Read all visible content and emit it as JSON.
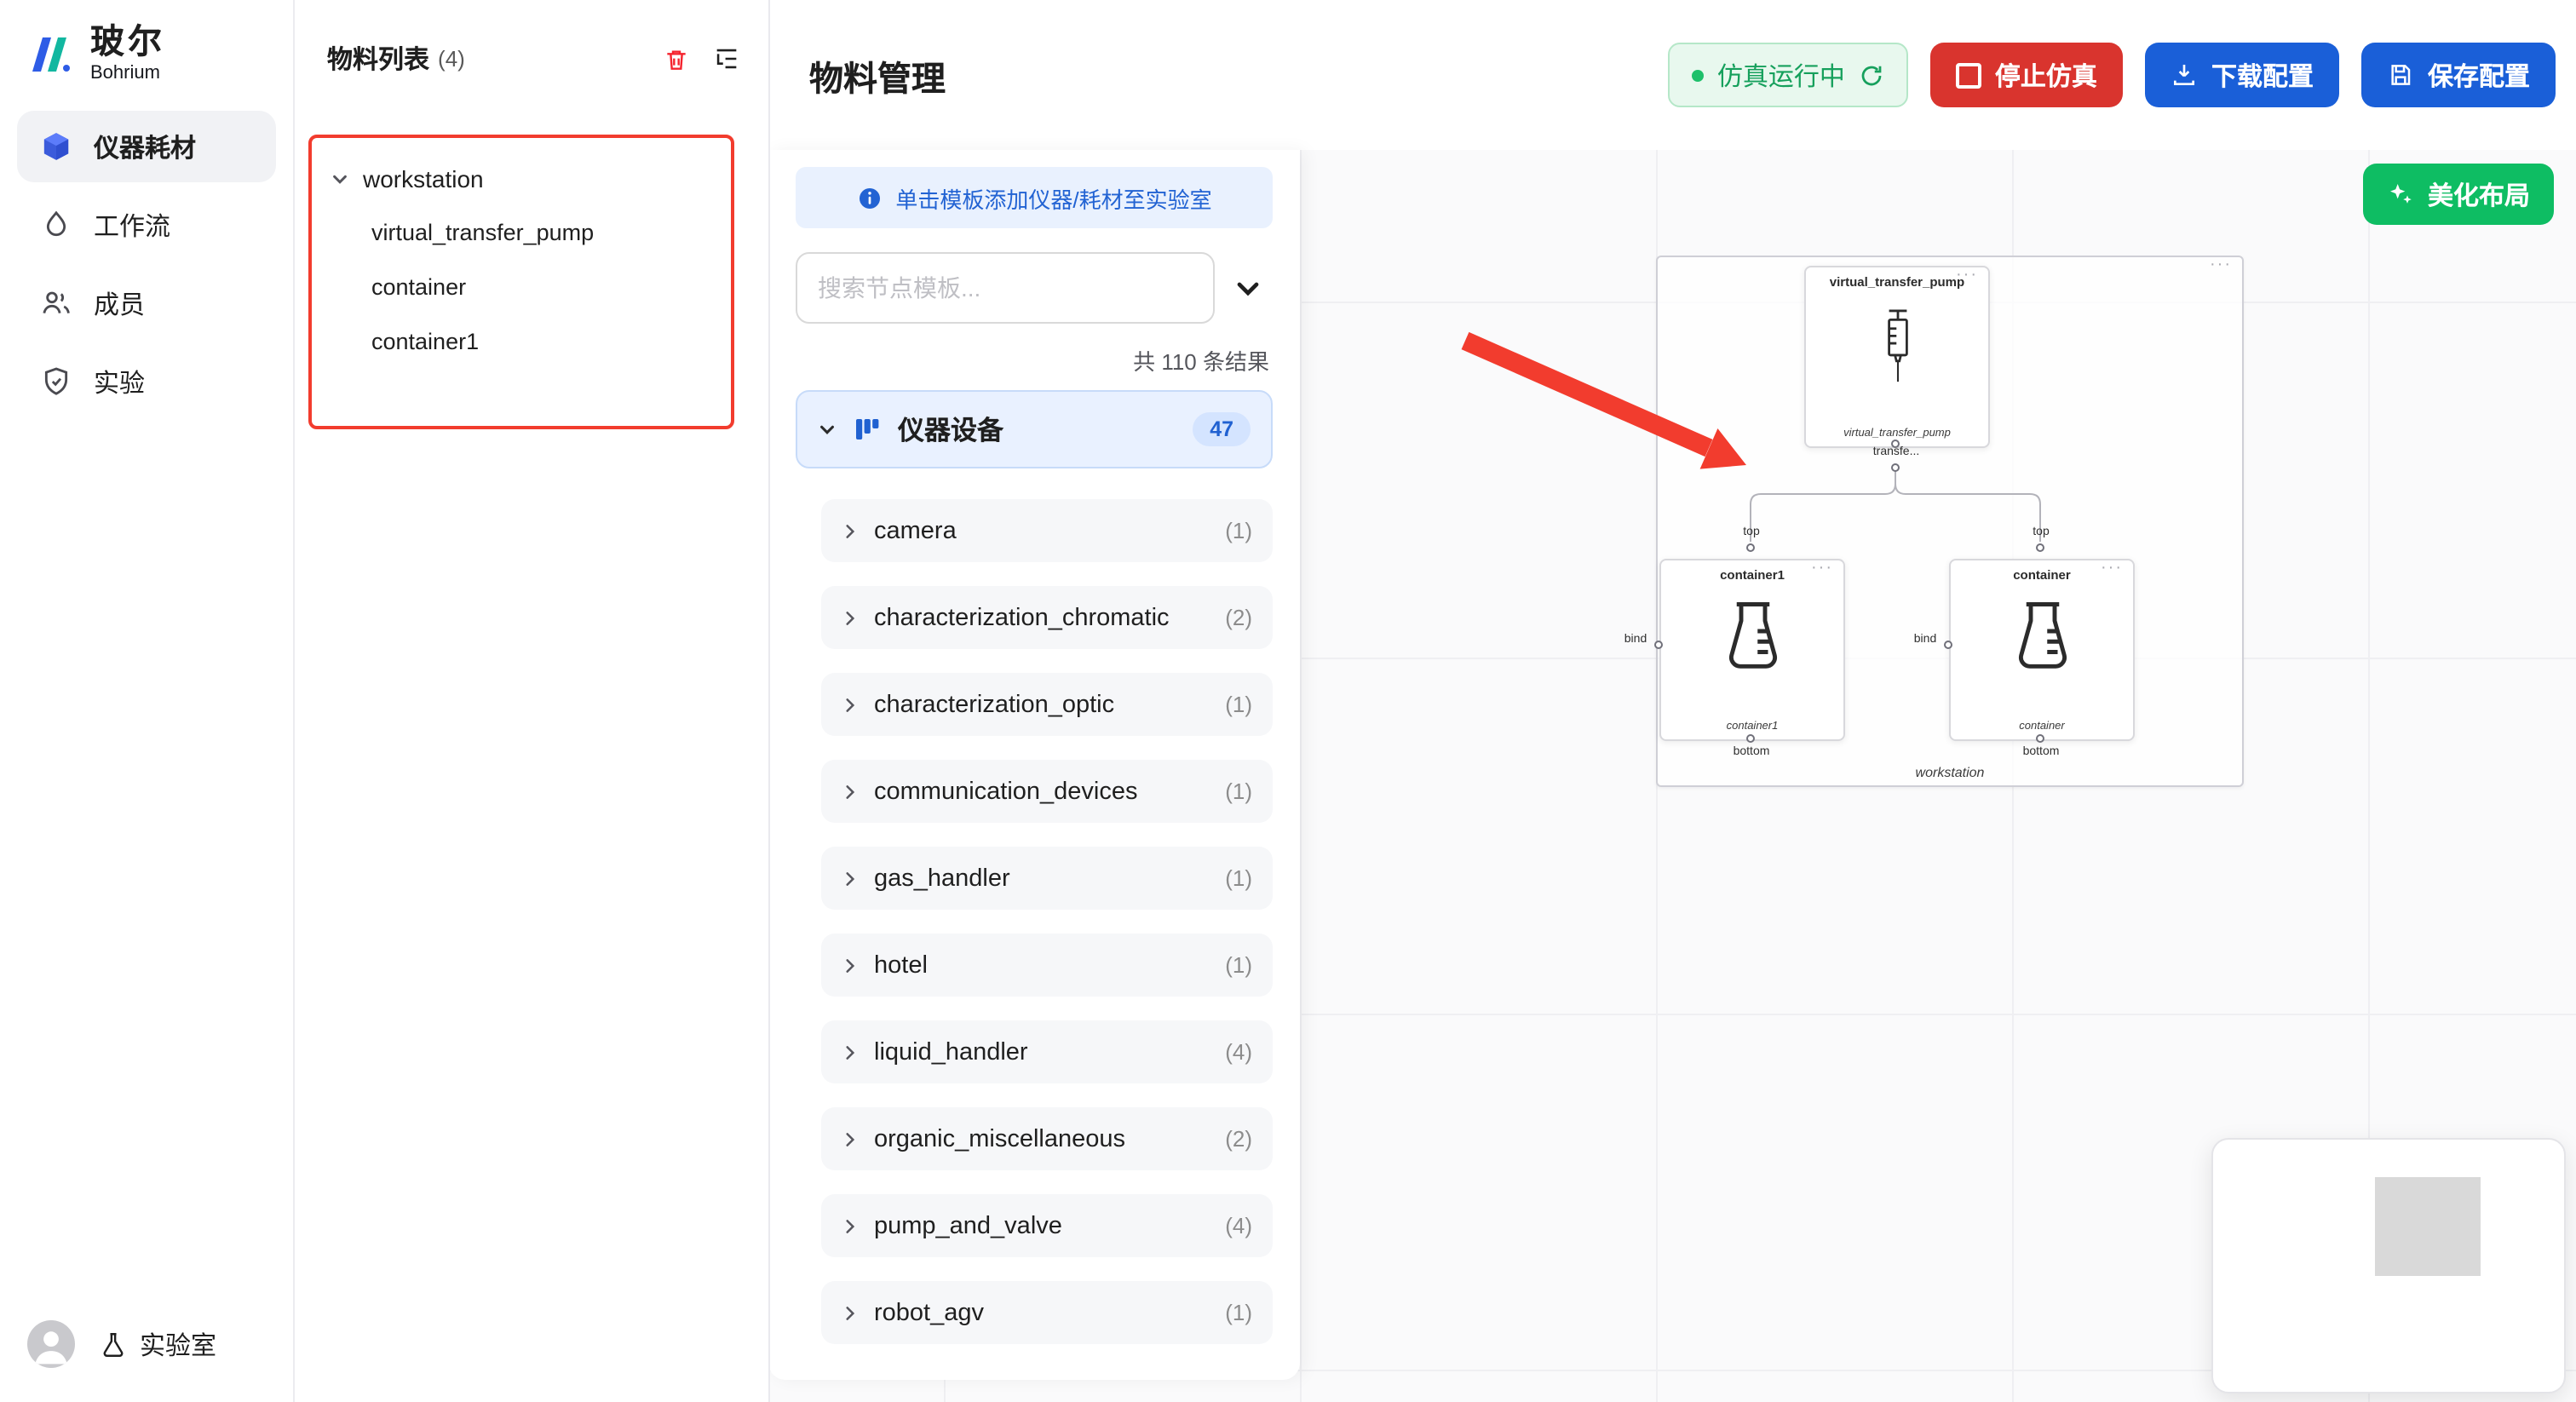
{
  "brand": {
    "cn": "玻尔",
    "en": "Bohrium"
  },
  "colors": {
    "brand_blue": "#3b5bdb",
    "primary_blue": "#1a5fd8",
    "danger_red": "#d9342e",
    "success_green": "#0ebd63",
    "status_green_bg": "#e8f8ee",
    "status_green_text": "#16a05c",
    "annotation_red": "#f23c2e",
    "banner_blue_bg": "#e9f1fe",
    "banner_blue_text": "#2263d3",
    "category_bg": "#e9f1ff",
    "badge_bg": "#d4e4ff",
    "badge_text": "#2061d1"
  },
  "sidebar": {
    "items": [
      {
        "label": "仪器耗材"
      },
      {
        "label": "工作流"
      },
      {
        "label": "成员"
      },
      {
        "label": "实验"
      }
    ],
    "lab": "实验室"
  },
  "materials": {
    "title": "物料列表",
    "count": "(4)",
    "root": "workstation",
    "children": [
      "virtual_transfer_pump",
      "container",
      "container1"
    ]
  },
  "header": {
    "title": "物料管理",
    "running": "仿真运行中",
    "stop": "停止仿真",
    "download": "下载配置",
    "save": "保存配置"
  },
  "templates": {
    "banner": "单击模板添加仪器/耗材至实验室",
    "search_placeholder": "搜索节点模板...",
    "results": "共 110 条结果",
    "category": "仪器设备",
    "category_count": "47",
    "items": [
      {
        "name": "camera",
        "count": "(1)"
      },
      {
        "name": "characterization_chromatic",
        "count": "(2)"
      },
      {
        "name": "characterization_optic",
        "count": "(1)"
      },
      {
        "name": "communication_devices",
        "count": "(1)"
      },
      {
        "name": "gas_handler",
        "count": "(1)"
      },
      {
        "name": "hotel",
        "count": "(1)"
      },
      {
        "name": "liquid_handler",
        "count": "(4)"
      },
      {
        "name": "organic_miscellaneous",
        "count": "(2)"
      },
      {
        "name": "pump_and_valve",
        "count": "(4)"
      },
      {
        "name": "robot_agv",
        "count": "(1)"
      }
    ]
  },
  "canvas": {
    "beautify": "美化布局",
    "workstation": "workstation",
    "pump": {
      "title": "virtual_transfer_pump",
      "subtitle": "virtual_transfer_pump",
      "port": "transfe..."
    },
    "container1": {
      "title": "container1",
      "subtitle": "container1"
    },
    "container": {
      "title": "container",
      "subtitle": "container"
    },
    "port_top": "top",
    "port_bind": "bind",
    "port_bottom": "bottom",
    "menu_dots": "···"
  }
}
